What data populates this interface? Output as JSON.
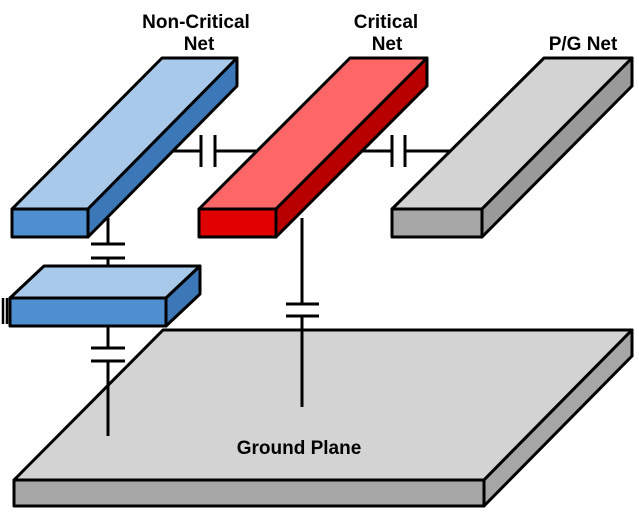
{
  "labels": {
    "non_critical_line1": "Non-Critical",
    "non_critical_line2": "Net",
    "critical_line1": "Critical",
    "critical_line2": "Net",
    "pg_net": "P/G Net",
    "ground_plane": "Ground Plane"
  },
  "colors": {
    "blue_top": "#a9c9ea",
    "blue_front": "#4f8fd0",
    "blue_side": "#3c78b8",
    "red_top": "#ff6666",
    "red_front": "#e00000",
    "red_side": "#b80000",
    "gray_top": "#d3d3d3",
    "gray_front": "#a6a6a6",
    "gray_side": "#9a9a9a",
    "outline": "#000000"
  }
}
